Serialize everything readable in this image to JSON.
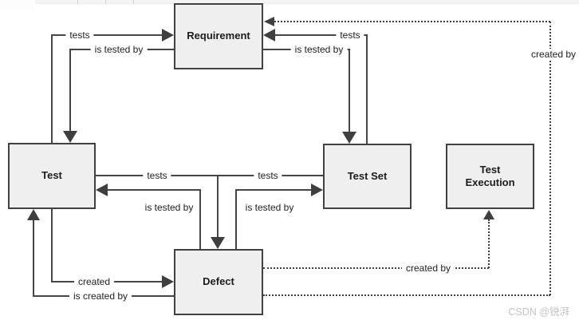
{
  "colors": {
    "line": "#3f3f3f",
    "box_fill": "#efefef",
    "box_border": "#414141",
    "text": "#1c1c1c",
    "watermark": "#c3c3c3",
    "background": "#ffffff"
  },
  "nodes": {
    "requirement": {
      "label": "Requirement"
    },
    "test": {
      "label": "Test"
    },
    "test_set": {
      "label": "Test Set"
    },
    "test_execution": {
      "label": "Test Execution"
    },
    "defect": {
      "label": "Defect"
    }
  },
  "edge_labels": {
    "test_tests_requirement": "tests",
    "requirement_is_tested_by_test": "is tested by",
    "testset_tests_requirement": "tests",
    "requirement_is_tested_by_testset": "is tested by",
    "tests_shared_left": "tests",
    "tests_shared_right": "tests",
    "defect_is_tested_by_test": "is tested by",
    "defect_is_tested_by_testset": "is tested by",
    "test_created_defect": "created",
    "defect_is_created_by_test": "is created by",
    "defect_created_by_execution": "created by",
    "defect_created_by_requirement": "created by"
  },
  "watermark": "CSDN @锐湃"
}
